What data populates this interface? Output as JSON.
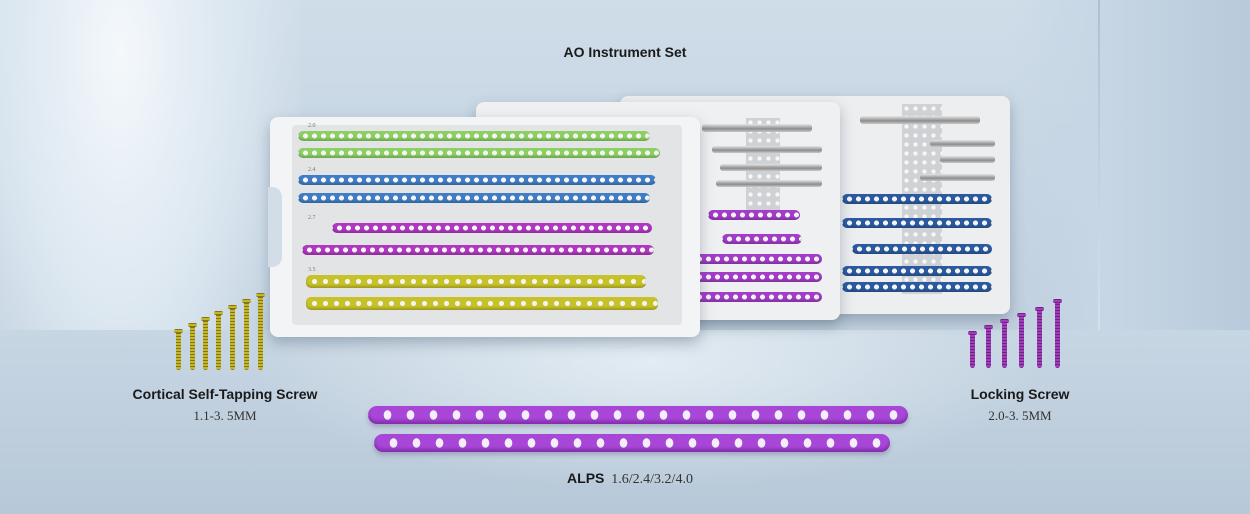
{
  "title": "AO Instrument Set",
  "products": {
    "cortical": {
      "name": "Cortical Self-Tapping Screw",
      "range": "1.1-3. 5MM"
    },
    "locking": {
      "name": "Locking Screw",
      "range": "2.0-3. 5MM"
    },
    "alps": {
      "name": "ALPS",
      "range": "1.6/2.4/3.2/4.0"
    }
  },
  "tray_markings": [
    "2.0",
    "2.4",
    "2.7",
    "3.5"
  ],
  "colors": {
    "background": "#c4d3e1",
    "plate_green": "#8ccf62",
    "plate_blue": "#3f7ec6",
    "plate_magenta": "#b038c0",
    "plate_yellow": "#c7c12a",
    "plate_purple": "#a846d8",
    "plate_navy": "#2c5aa0"
  }
}
